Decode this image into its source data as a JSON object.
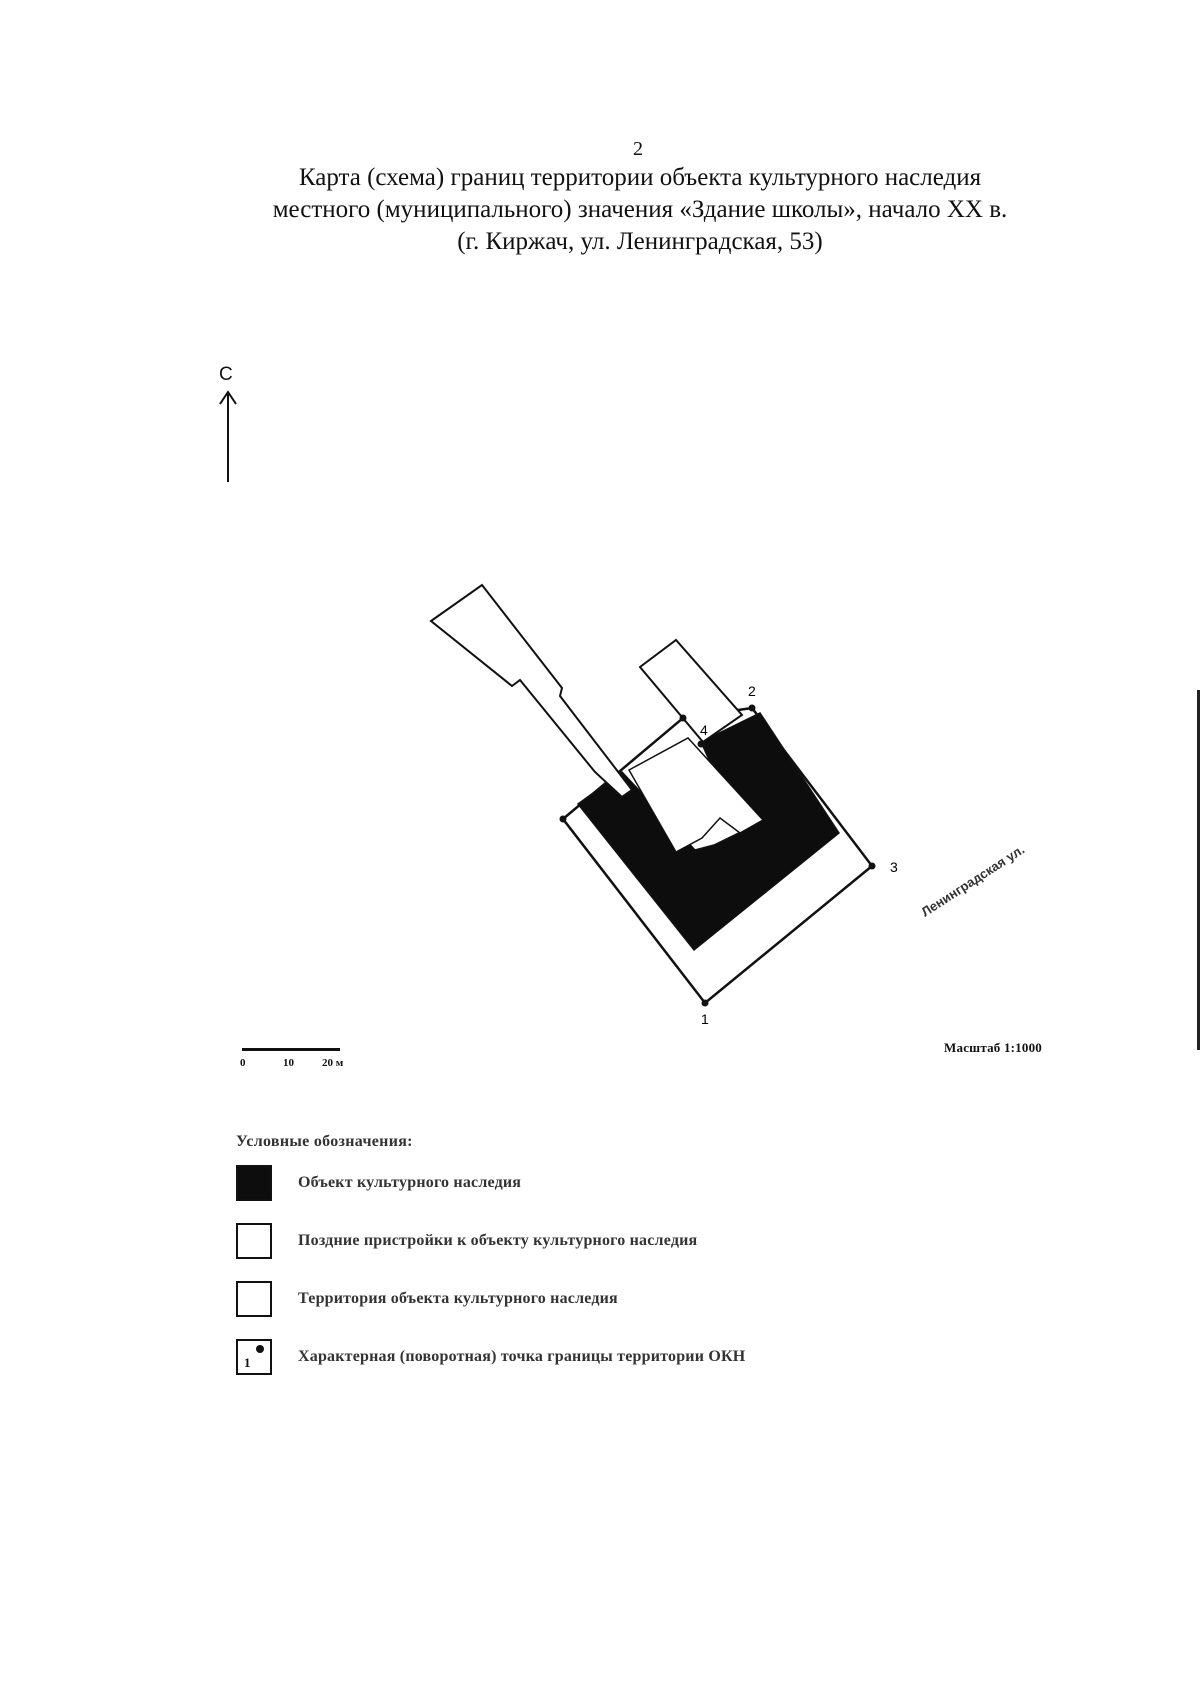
{
  "page": {
    "number": "2",
    "title_lines": [
      "Карта (схема) границ территории объекта культурного наследия",
      "местного (муниципального) значения «Здание школы», начало XX в.",
      "(г. Киржач, ул. Ленинградская, 53)"
    ]
  },
  "map": {
    "north_label": "С",
    "street_label": "Ленинградская ул.",
    "point_labels": [
      "1",
      "2",
      "3",
      "4"
    ],
    "scale_ticks": [
      "0",
      "10",
      "20 м"
    ],
    "scale_text": "Масштаб 1:1000"
  },
  "legend": {
    "title": "Условные обозначения:",
    "items": [
      {
        "label": "Объект культурного наследия"
      },
      {
        "label": "Поздние пристройки к объекту культурного наследия"
      },
      {
        "label": "Территория объекта культурного наследия"
      },
      {
        "label": "Характерная (поворотная) точка границы территории ОКН",
        "swatch_number": "1"
      }
    ]
  },
  "colors": {
    "heritage_fill": "#0d0d0d",
    "outline": "#111111",
    "background": "#ffffff"
  }
}
